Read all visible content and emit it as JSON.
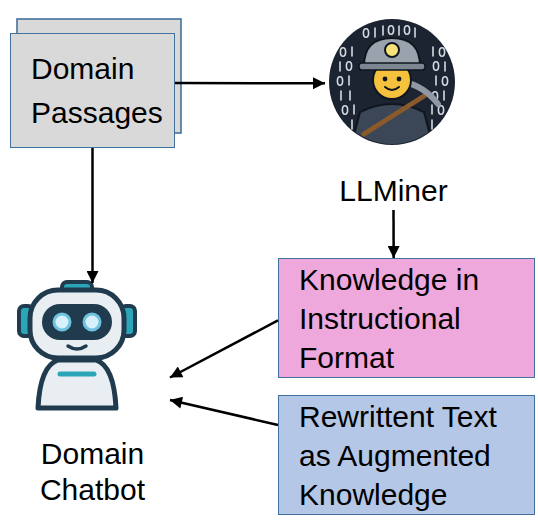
{
  "diagram": {
    "nodes": [
      {
        "text": [
          "Domain Passages"
        ]
      },
      {
        "text": [
          "LLMiner"
        ]
      },
      {
        "text": [
          "Knowledge in Instructional Format"
        ]
      },
      {
        "text": [
          "Rewrittent Text as Augmented Knowledge"
        ]
      },
      {
        "text": [
          "Domain Chatbot"
        ]
      }
    ],
    "edges": [
      {
        "from": 0,
        "to": 1,
        "arrow": "to"
      },
      {
        "from": 0,
        "to": 4,
        "arrow": "to"
      },
      {
        "from": 1,
        "to": 2,
        "arrow": "to"
      },
      {
        "from": 2,
        "to": 4,
        "arrow": "to"
      },
      {
        "from": 3,
        "to": 4,
        "arrow": "to"
      }
    ]
  }
}
